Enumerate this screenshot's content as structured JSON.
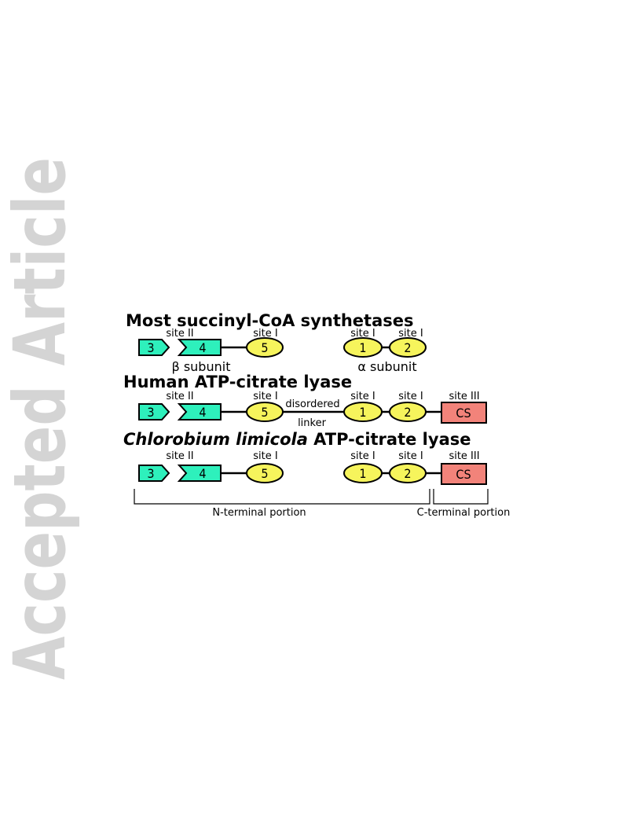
{
  "watermark": {
    "text": "Accepted Article",
    "color": "#d4d4d4"
  },
  "colors": {
    "teal": "#2ef0bc",
    "yellow": "#f6f45c",
    "red": "#f2837a",
    "line": "#000000"
  },
  "rows": [
    {
      "title": "Most succinyl-CoA synthetases",
      "title_italic": "",
      "domains": {
        "d3": "3",
        "d4": "4",
        "d5": "5",
        "d1": "1",
        "d2": "2",
        "cs": ""
      },
      "sites": {
        "site2": "site II",
        "site1a": "site I",
        "site1b": "site I",
        "site1c": "site I",
        "site3": ""
      },
      "subunits": {
        "beta": "β subunit",
        "alpha": "α subunit"
      },
      "linker": {
        "top": "",
        "bottom": ""
      }
    },
    {
      "title": "Human ATP-citrate lyase",
      "title_italic": "",
      "domains": {
        "d3": "3",
        "d4": "4",
        "d5": "5",
        "d1": "1",
        "d2": "2",
        "cs": "CS"
      },
      "sites": {
        "site2": "site II",
        "site1a": "site I",
        "site1b": "site I",
        "site1c": "site I",
        "site3": "site III"
      },
      "subunits": {
        "beta": "",
        "alpha": ""
      },
      "linker": {
        "top": "disordered",
        "bottom": "linker"
      }
    },
    {
      "title": " ATP-citrate lyase",
      "title_italic": "Chlorobium limicola",
      "domains": {
        "d3": "3",
        "d4": "4",
        "d5": "5",
        "d1": "1",
        "d2": "2",
        "cs": "CS"
      },
      "sites": {
        "site2": "site II",
        "site1a": "site I",
        "site1b": "site I",
        "site1c": "site I",
        "site3": "site III"
      },
      "subunits": {
        "beta": "",
        "alpha": ""
      },
      "linker": {
        "top": "",
        "bottom": ""
      }
    }
  ],
  "portions": {
    "n_terminal": "N-terminal portion",
    "c_terminal": "C-terminal portion"
  }
}
